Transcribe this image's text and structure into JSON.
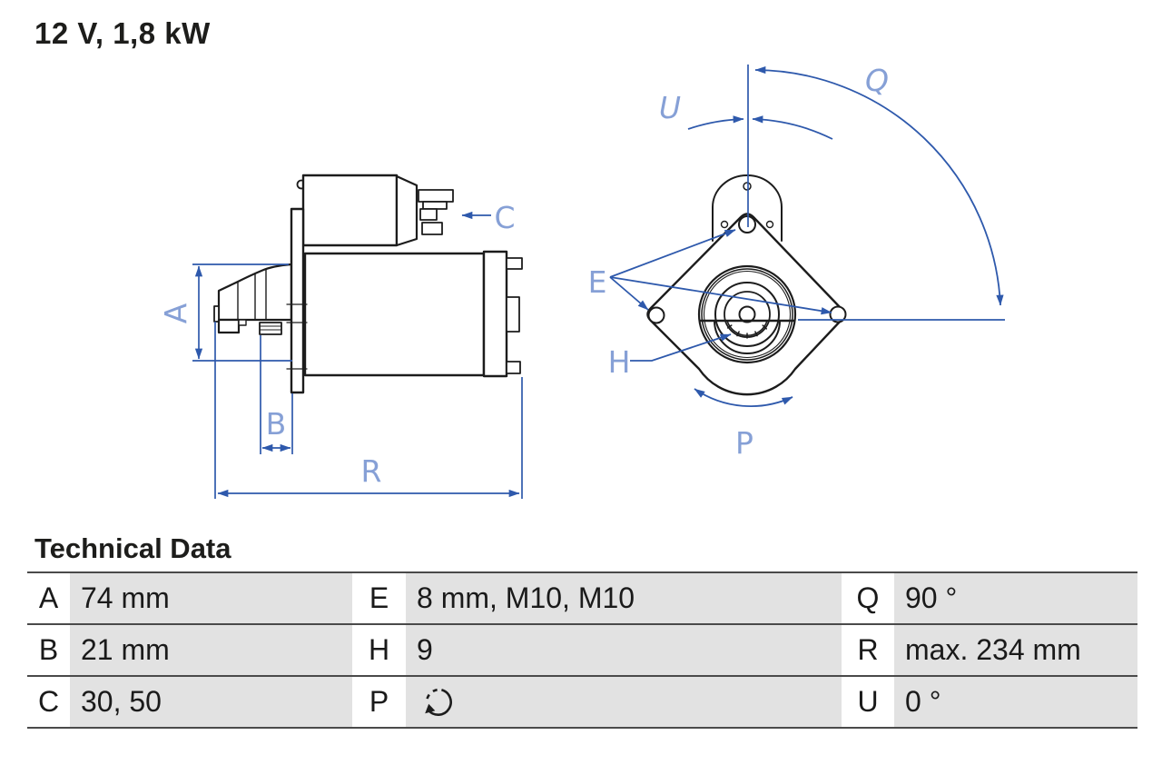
{
  "title": "12 V, 1,8 kW",
  "drawing": {
    "description": "starter motor dimensional drawing, side view and drive-end view",
    "labels": {
      "a": "A",
      "b": "B",
      "c": "C",
      "r": "R",
      "e": "E",
      "h": "H",
      "p": "P",
      "q": "Q",
      "u": "U"
    }
  },
  "table": {
    "heading": "Technical Data",
    "rows": [
      {
        "cells": [
          {
            "key": "A",
            "value": "74 mm"
          },
          {
            "key": "E",
            "value": "8 mm, M10, M10"
          },
          {
            "key": "Q",
            "value": "90 °"
          }
        ]
      },
      {
        "cells": [
          {
            "key": "B",
            "value": "21 mm"
          },
          {
            "key": "H",
            "value": "9"
          },
          {
            "key": "R",
            "value": "max. 234 mm"
          }
        ]
      },
      {
        "cells": [
          {
            "key": "C",
            "value": "30, 50"
          },
          {
            "key": "P",
            "value": "",
            "icon": "rotation-direction-ccw"
          },
          {
            "key": "U",
            "value": "0 °"
          }
        ]
      }
    ]
  },
  "colors": {
    "dimension_line_blue": "#2e59ac",
    "dimension_label_blue": "#86a0d6",
    "drawing_line_black": "#1c1c1c",
    "table_cell_gray": "#e2e2e2",
    "table_rule_gray": "#4a4a4a",
    "text_dark": "#1d1d1b"
  }
}
